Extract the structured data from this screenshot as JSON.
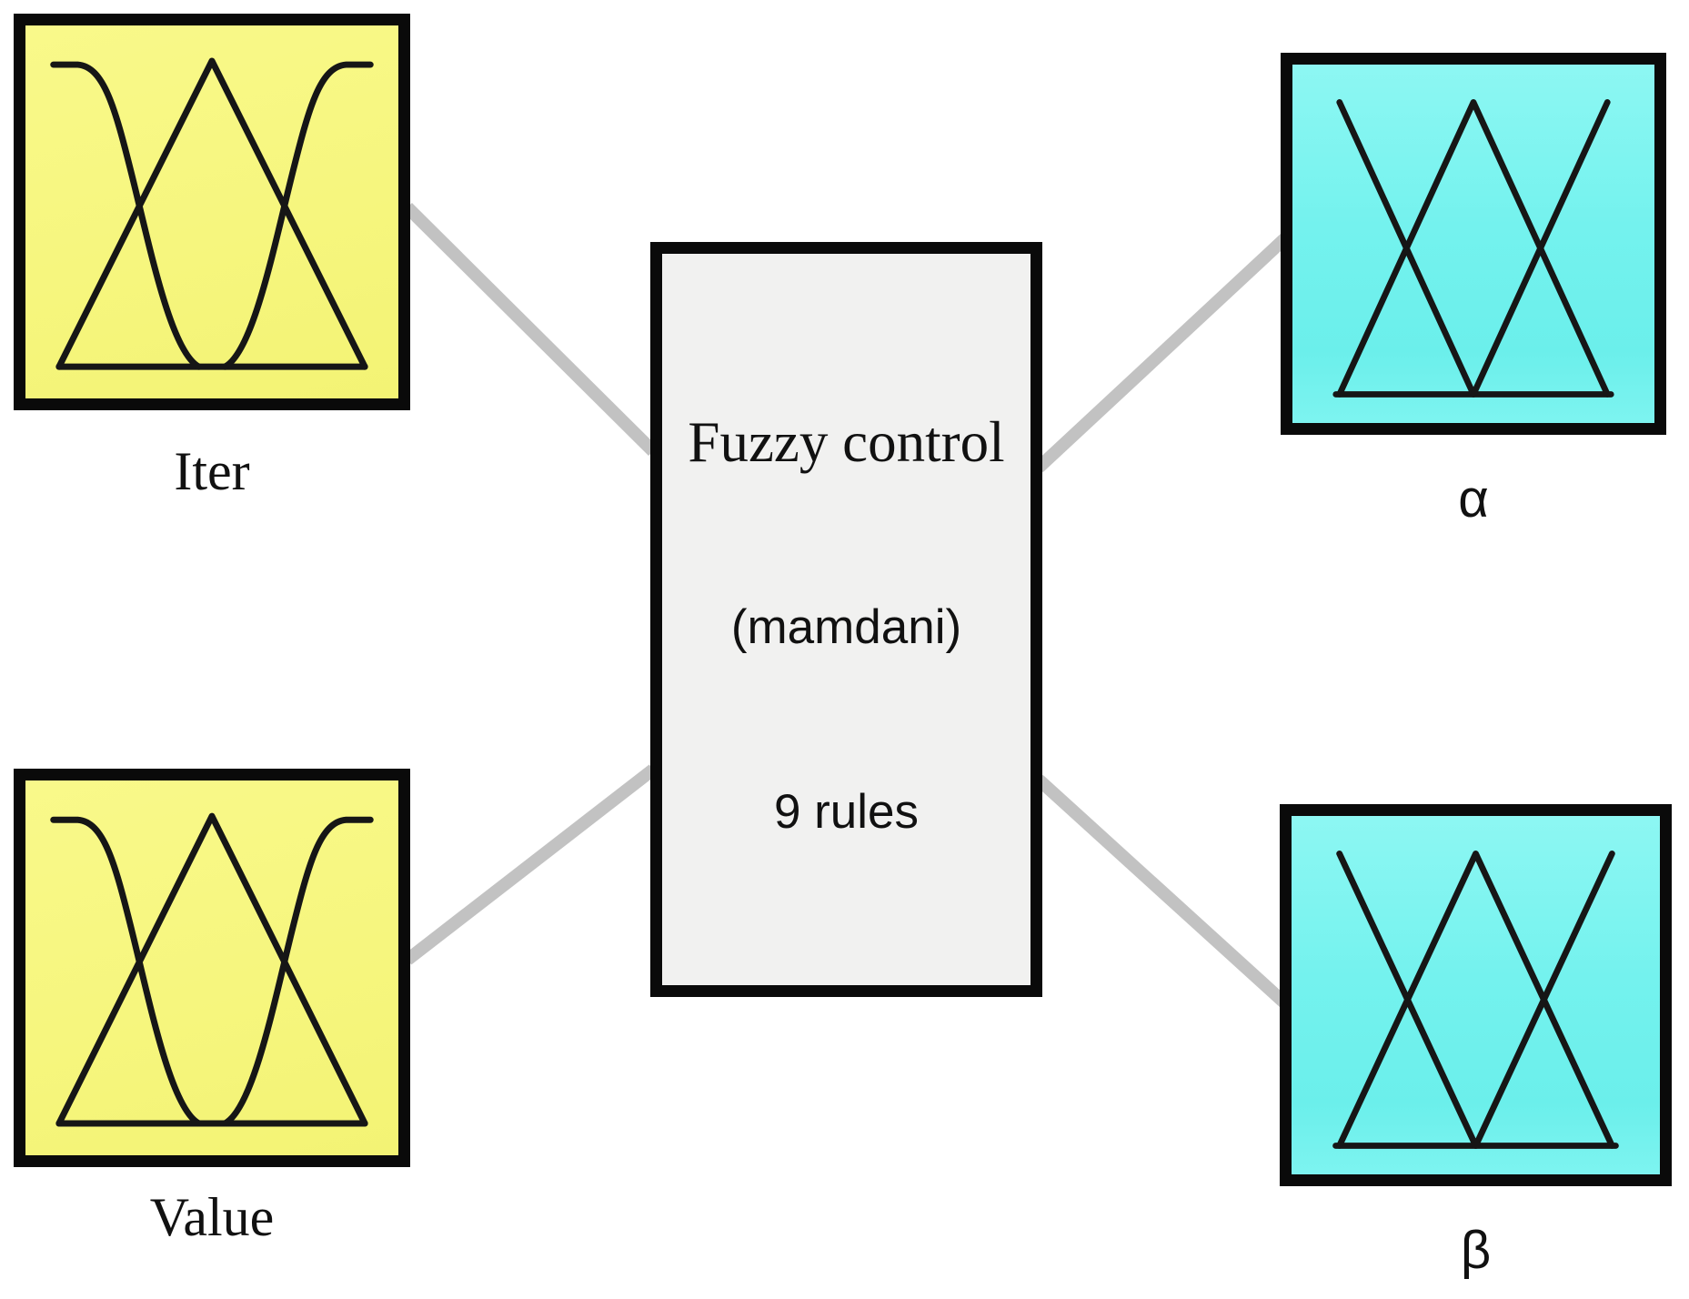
{
  "diagram": {
    "process_block": {
      "title": "Fuzzy control",
      "method": "(mamdani)",
      "rules_count": "9 rules"
    },
    "inputs": [
      {
        "label": "Iter",
        "mf_icon": "zmf-trimf-smf"
      },
      {
        "label": "Value",
        "mf_icon": "zmf-trimf-smf"
      }
    ],
    "outputs": [
      {
        "label": "α",
        "mf_icon": "trimf-trimf-trimf"
      },
      {
        "label": "β",
        "mf_icon": "trimf-trimf-trimf"
      }
    ],
    "colors": {
      "input_fill": "#f6f67e",
      "output_fill": "#74f2ee",
      "process_fill": "#f1f1f0",
      "box_border": "#0a0a0a",
      "connector": "#c2c2c2",
      "curve_stroke": "#161616"
    }
  }
}
